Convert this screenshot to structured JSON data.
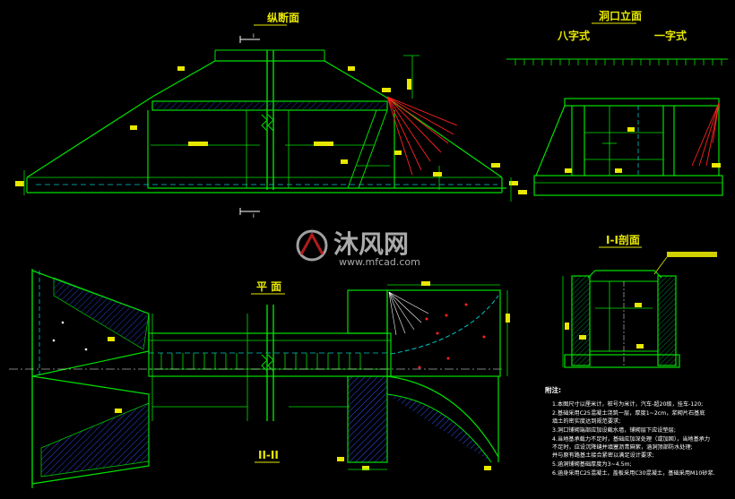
{
  "titles": {
    "longitudinal": "纵断面",
    "portal": "洞口立面",
    "eight_shape": "八字式",
    "one_shape": "一字式",
    "plan": "平 面",
    "section_1": "I-I剖面",
    "section_2": "II-II"
  },
  "section_marks": [
    "I",
    "I"
  ],
  "watermark": {
    "brand_cn": "沐风网",
    "brand_en": "www.mfcad.com"
  },
  "notes": {
    "heading": "附注:",
    "items": [
      "1.本图尺寸以厘米计，桩号为米计，汽车-超20级，挂车-120;",
      "2.基础采用C25混凝土浇筑一层，厚度1~2cm，浆砌片石基底",
      "   填土的密实度达到规范要求;",
      "3.洞口铺砌端部应加设截水墙，铺砌层下应设垫层;",
      "4.当地基承载力不足时，基础应加深处理（或加固），当地基承力",
      "   不足时，应设沉降缝并填塞沥青麻絮，涵洞顶部防水处理;",
      "   并与原有路基土接合紧密以满足设计要求;",
      "5.涵洞铺砌基础厚度为3~4.5m;",
      "6.涵身采用C25混凝土，盖板采用C30混凝土，基础采用M10砂浆."
    ]
  },
  "colors": {
    "background": "#000000",
    "structure_green": "#00e000",
    "dimension_cyan": "#00c8c8",
    "annotation_red": "#ff2020",
    "text_yellow": "#e8e800",
    "hatch_blue": "#3050ff"
  }
}
